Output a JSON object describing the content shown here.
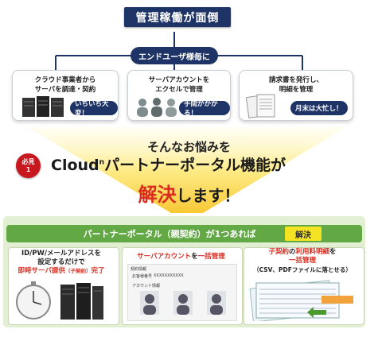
{
  "header": {
    "title": "管理稼働が面倒"
  },
  "end_user": {
    "label": "エンドユーザ様毎に"
  },
  "problems": [
    {
      "line1": "クラウド事業者から",
      "line2": "サーバを調達・契約",
      "badge": "いちいち大変！"
    },
    {
      "line1": "サーバアカウントを",
      "line2": "エクセルで管理",
      "badge": "手間がかかる！"
    },
    {
      "line1": "請求書を発行し、",
      "line2": "明細を管理",
      "badge": "月末は大忙し！"
    }
  ],
  "headline": {
    "line1": "そんなお悩みを",
    "line2_a": "Cloud",
    "line2_sup": "n",
    "line2_b": "パートナーポータル機能が",
    "line3_red": "解決",
    "line3_rest": "します！"
  },
  "hisshou": {
    "line1": "必見",
    "line2": "1"
  },
  "solution": {
    "bar_title": "パートナーポータル（親契約）が1つあれば",
    "badge": "解決",
    "box1": {
      "line1": "ID/PW/メールアドレスを",
      "line2": "設定するだけで",
      "red1": "即時サーバ提供",
      "small": "（子契約）",
      "red2": "完了"
    },
    "box2": {
      "red": "サーバアカウント",
      "dark1": "を",
      "red2": "一括管理",
      "form_label1": "契約情報",
      "form_label2": "お客様番号",
      "form_value": "XXXXXXXXXXX",
      "form_label3": "アカウント情報"
    },
    "box3": {
      "red1": "子契約",
      "dark1": "の",
      "red2": "利用料明細",
      "dark2": "を",
      "line2": "一括管理",
      "line3": "（CSV、PDFファイルに落とせる）"
    }
  },
  "colors": {
    "navy": "#1f3466",
    "green": "#62a845",
    "red": "#d92b1e",
    "yellow": "#f4e323"
  }
}
